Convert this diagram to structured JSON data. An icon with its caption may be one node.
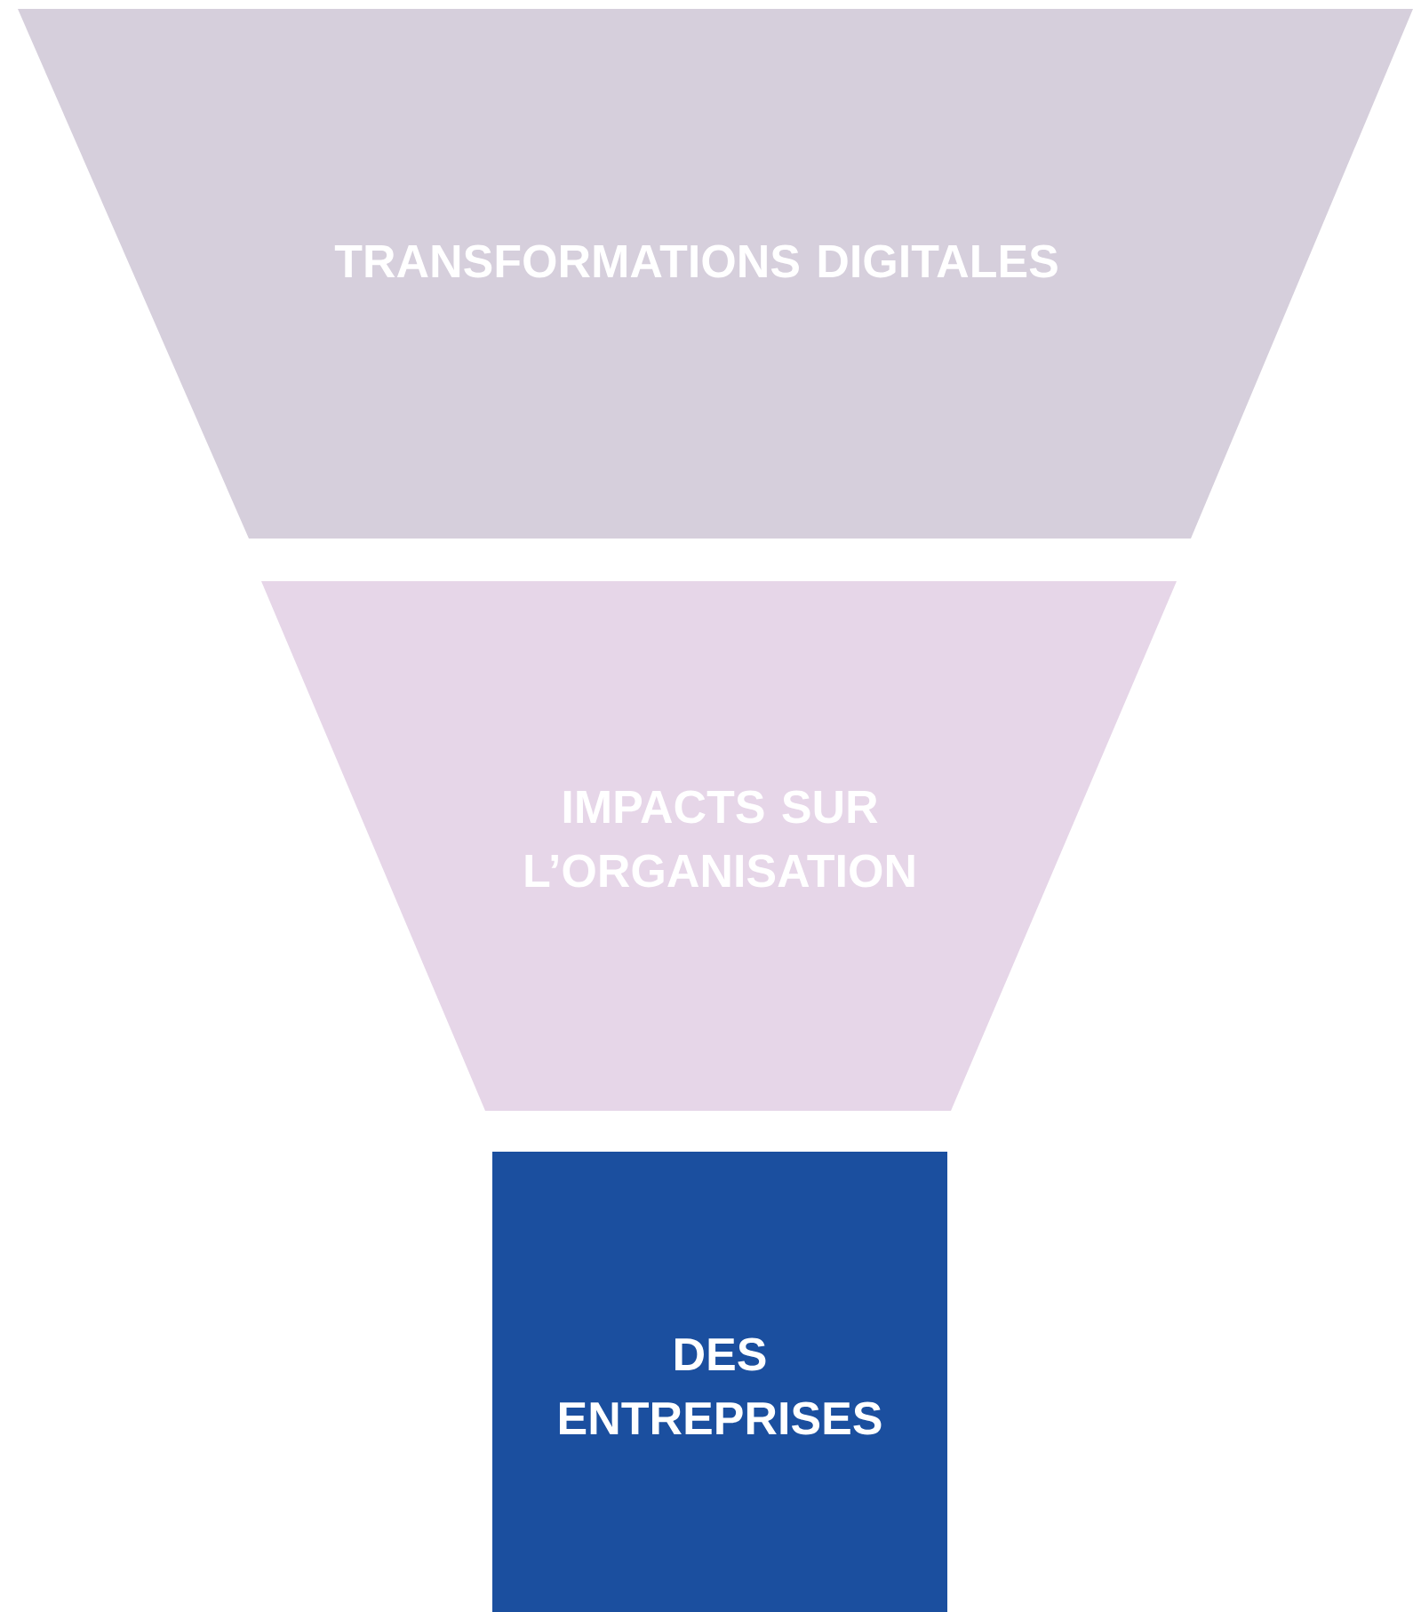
{
  "diagram": {
    "nodes": [
      {
        "text": [
          "TRANSFORMATIONS DIGITALES"
        ]
      },
      {
        "text": [
          "IMPACTS SUR L’ORGANISATION"
        ]
      },
      {
        "text": [
          "DES ENTREPRISES"
        ]
      }
    ]
  }
}
